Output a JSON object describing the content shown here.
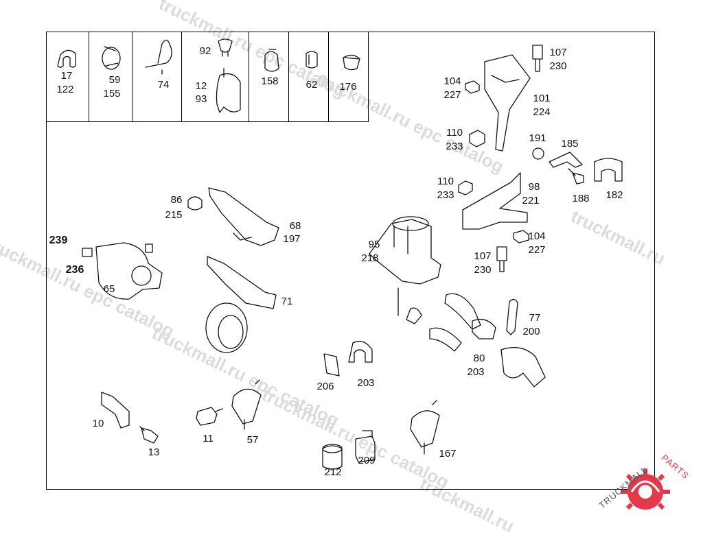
{
  "legend_cells": [
    {
      "id": "c1",
      "labels": [
        "17",
        "122"
      ]
    },
    {
      "id": "c2",
      "labels": [
        "59",
        "155"
      ]
    },
    {
      "id": "c3",
      "labels": [
        "74"
      ]
    },
    {
      "id": "c4",
      "labels": [
        "92",
        "12",
        "93"
      ]
    },
    {
      "id": "c5",
      "labels": [
        "158"
      ]
    },
    {
      "id": "c6",
      "labels": [
        "62"
      ]
    },
    {
      "id": "c7",
      "labels": [
        "176"
      ]
    }
  ],
  "callouts": [
    "107",
    "230",
    "104",
    "227",
    "101",
    "224",
    "110",
    "233",
    "191",
    "185",
    "182",
    "188",
    "110",
    "233",
    "98",
    "221",
    "104",
    "227",
    "107",
    "230",
    "86",
    "215",
    "68",
    "197",
    "95",
    "218",
    "239",
    "236",
    "65",
    "71",
    "77",
    "200",
    "80",
    "203",
    "206",
    "203",
    "10",
    "13",
    "11",
    "57",
    "212",
    "209",
    "167"
  ],
  "watermark": "truckmall.ru epc catalog",
  "watermark_short": "truckmall.ru",
  "logo": {
    "text_dark": "TRUCKMALL",
    "text_accent": "PARTS",
    "accent_color": "#e23a4a"
  }
}
